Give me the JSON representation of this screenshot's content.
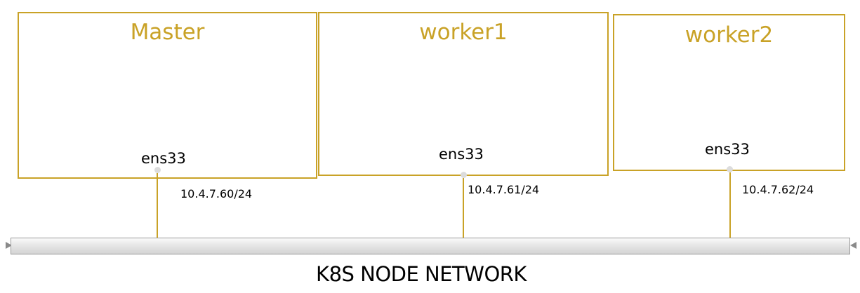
{
  "accent_color": "#c9a227",
  "nodes": [
    {
      "title": "Master",
      "interface": "ens33",
      "ip": "10.4.7.60/24"
    },
    {
      "title": "worker1",
      "interface": "ens33",
      "ip": "10.4.7.61/24"
    },
    {
      "title": "worker2",
      "interface": "ens33",
      "ip": "10.4.7.62/24"
    }
  ],
  "network": {
    "label": "K8S NODE NETWORK"
  }
}
